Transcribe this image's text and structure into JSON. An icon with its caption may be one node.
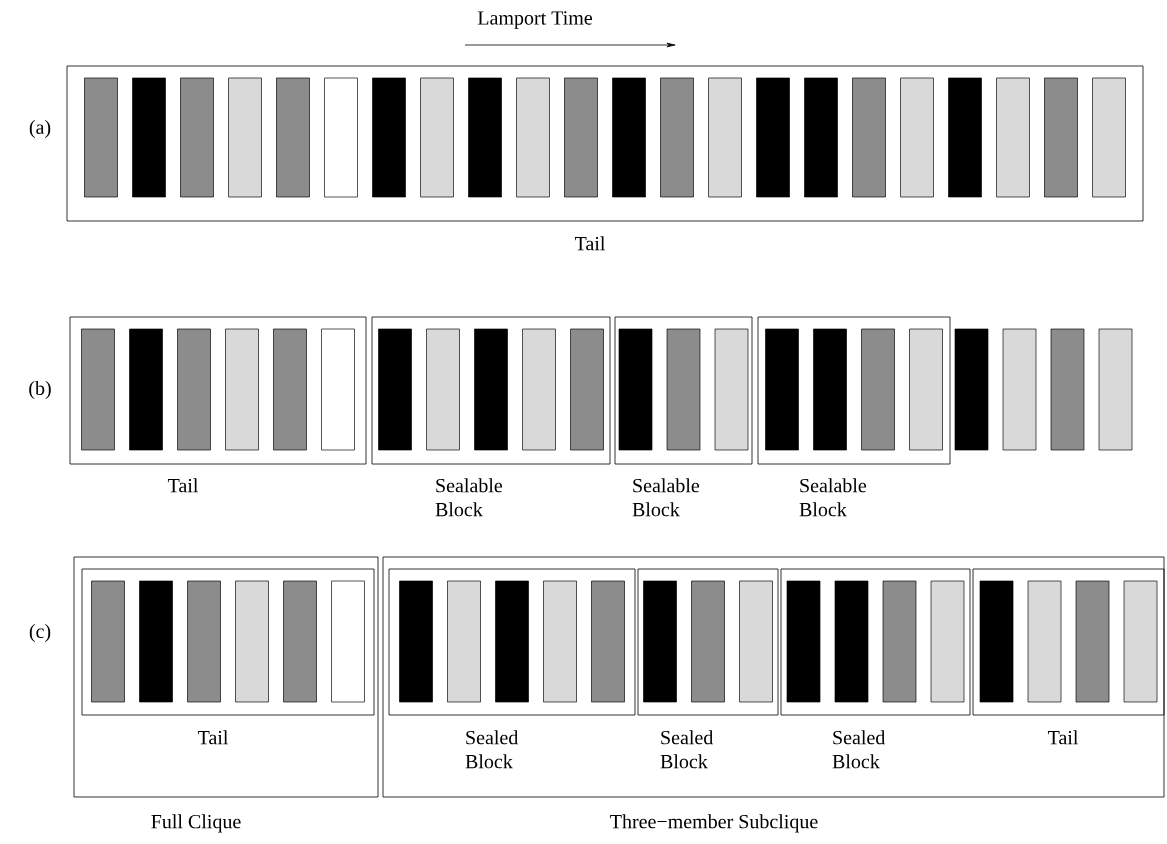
{
  "diagram": {
    "nodes": [
      {
        "text": [
          "Tail"
        ]
      },
      {
        "text": [],
        "shape": "bar",
        "in": 0
      },
      {
        "text": [],
        "shape": "bar",
        "in": 0
      },
      {
        "text": [],
        "shape": "bar",
        "in": 0
      },
      {
        "text": [],
        "shape": "bar",
        "in": 0
      },
      {
        "text": [],
        "shape": "bar",
        "in": 0
      },
      {
        "text": [],
        "shape": "bar",
        "in": 0
      },
      {
        "text": [],
        "shape": "bar",
        "in": 0
      },
      {
        "text": [],
        "shape": "bar",
        "in": 0
      },
      {
        "text": [],
        "shape": "bar",
        "in": 0
      },
      {
        "text": [],
        "shape": "bar",
        "in": 0
      },
      {
        "text": [],
        "shape": "bar",
        "in": 0
      },
      {
        "text": [],
        "shape": "bar",
        "in": 0
      },
      {
        "text": [],
        "shape": "bar",
        "in": 0
      },
      {
        "text": [],
        "shape": "bar",
        "in": 0
      },
      {
        "text": [],
        "shape": "bar",
        "in": 0
      },
      {
        "text": [],
        "shape": "bar",
        "in": 0
      },
      {
        "text": [],
        "shape": "bar",
        "in": 0
      },
      {
        "text": [],
        "shape": "bar",
        "in": 0
      },
      {
        "text": [],
        "shape": "bar",
        "in": 0
      },
      {
        "text": [],
        "shape": "bar",
        "in": 0
      },
      {
        "text": [],
        "shape": "bar",
        "in": 0
      },
      {
        "text": [],
        "shape": "bar",
        "in": 0
      },
      {
        "text": [
          "Tail"
        ]
      },
      {
        "text": [],
        "shape": "bar",
        "in": 23
      },
      {
        "text": [],
        "shape": "bar",
        "in": 23
      },
      {
        "text": [],
        "shape": "bar",
        "in": 23
      },
      {
        "text": [],
        "shape": "bar",
        "in": 23
      },
      {
        "text": [],
        "shape": "bar",
        "in": 23
      },
      {
        "text": [],
        "shape": "bar",
        "in": 23
      },
      {
        "text": [
          "Sealable Block"
        ]
      },
      {
        "text": [],
        "shape": "bar",
        "in": 30
      },
      {
        "text": [],
        "shape": "bar",
        "in": 30
      },
      {
        "text": [],
        "shape": "bar",
        "in": 30
      },
      {
        "text": [],
        "shape": "bar",
        "in": 30
      },
      {
        "text": [],
        "shape": "bar",
        "in": 30
      },
      {
        "text": [
          "Sealable Block"
        ]
      },
      {
        "text": [],
        "shape": "bar",
        "in": 36
      },
      {
        "text": [],
        "shape": "bar",
        "in": 36
      },
      {
        "text": [],
        "shape": "bar",
        "in": 36
      },
      {
        "text": [
          "Sealable Block"
        ]
      },
      {
        "text": [],
        "shape": "bar",
        "in": 40
      },
      {
        "text": [],
        "shape": "bar",
        "in": 40
      },
      {
        "text": [],
        "shape": "bar",
        "in": 40
      },
      {
        "text": [],
        "shape": "bar",
        "in": 40
      },
      {
        "text": [],
        "shape": "bar"
      },
      {
        "text": [],
        "shape": "bar"
      },
      {
        "text": [],
        "shape": "bar"
      },
      {
        "text": [],
        "shape": "bar"
      },
      {
        "text": [
          "Full Clique"
        ]
      },
      {
        "text": [
          "Tail"
        ],
        "in": 49
      },
      {
        "text": [],
        "shape": "bar",
        "in": 50
      },
      {
        "text": [],
        "shape": "bar",
        "in": 50
      },
      {
        "text": [],
        "shape": "bar",
        "in": 50
      },
      {
        "text": [],
        "shape": "bar",
        "in": 50
      },
      {
        "text": [],
        "shape": "bar",
        "in": 50
      },
      {
        "text": [],
        "shape": "bar",
        "in": 50
      },
      {
        "text": [
          "Three−member Subclique"
        ]
      },
      {
        "text": [
          "Sealed Block"
        ],
        "in": 57
      },
      {
        "text": [],
        "shape": "bar",
        "in": 58
      },
      {
        "text": [],
        "shape": "bar",
        "in": 58
      },
      {
        "text": [],
        "shape": "bar",
        "in": 58
      },
      {
        "text": [],
        "shape": "bar",
        "in": 58
      },
      {
        "text": [],
        "shape": "bar",
        "in": 58
      },
      {
        "text": [
          "Sealed Block"
        ],
        "in": 57
      },
      {
        "text": [],
        "shape": "bar",
        "in": 64
      },
      {
        "text": [],
        "shape": "bar",
        "in": 64
      },
      {
        "text": [],
        "shape": "bar",
        "in": 64
      },
      {
        "text": [
          "Sealed Block"
        ],
        "in": 57
      },
      {
        "text": [],
        "shape": "bar",
        "in": 68
      },
      {
        "text": [],
        "shape": "bar",
        "in": 68
      },
      {
        "text": [],
        "shape": "bar",
        "in": 68
      },
      {
        "text": [],
        "shape": "bar",
        "in": 68
      },
      {
        "text": [
          "Tail"
        ],
        "in": 57
      },
      {
        "text": [],
        "shape": "bar",
        "in": 73
      },
      {
        "text": [],
        "shape": "bar",
        "in": 73
      },
      {
        "text": [],
        "shape": "bar",
        "in": 73
      },
      {
        "text": [],
        "shape": "bar",
        "in": 73
      }
    ],
    "labels": [
      "Lamport Time",
      "(a)",
      "(b)",
      "(c)"
    ]
  }
}
